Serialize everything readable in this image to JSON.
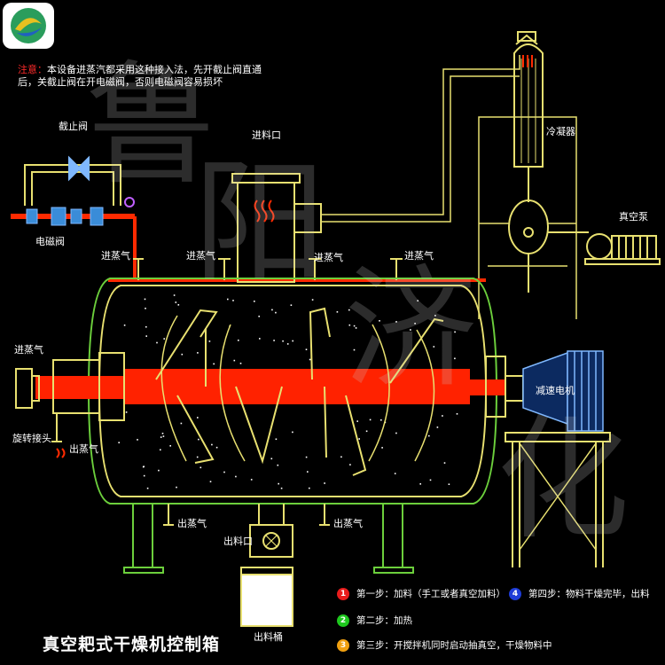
{
  "note": {
    "warn": "注意：",
    "text": "本设备进蒸汽都采用这种接入法，先开截止阀直通后，关截止阀在开电磁阀，否则电磁阀容易损坏"
  },
  "labels": {
    "shutoff_valve": "截止阀",
    "solenoid_valve": "电磁阀",
    "feed_inlet": "进料口",
    "condenser": "冷凝器",
    "vacuum_pump": "真空泵",
    "steam_in": "进蒸气",
    "steam_out": "出蒸气",
    "rotary_joint": "旋转接头",
    "reducer_motor": "减速电机",
    "discharge_port": "出料口",
    "discharge_bucket": "出料桶"
  },
  "title": "真空耙式干燥机控制箱",
  "steps": [
    {
      "num": "1",
      "text": "第一步：加料（手工或者真空加料）",
      "color": "#e81c1c"
    },
    {
      "num": "2",
      "text": "第二步：加热",
      "color": "#1ec81e"
    },
    {
      "num": "3",
      "text": "第三步：开搅拌机同时启动抽真空，干燥物料中",
      "color": "#f0a010"
    },
    {
      "num": "4",
      "text": "第四步：物料干燥完毕，出料",
      "color": "#1e3cd8"
    }
  ],
  "watermark": [
    "鲁",
    "阳",
    "济",
    "化"
  ],
  "colors": {
    "equipment": "#e8e070",
    "structure": "#6ccf3c",
    "steam_pipe": "#ff2a00",
    "hot": "#ff2200"
  }
}
